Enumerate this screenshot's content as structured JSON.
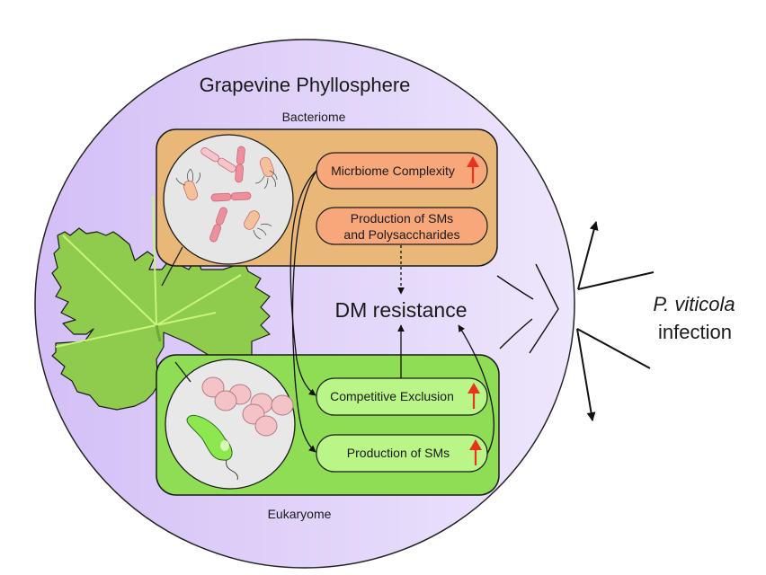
{
  "diagram": {
    "title": "Grapevine Phyllosphere",
    "bacteriome": {
      "label": "Bacteriome",
      "items": [
        {
          "lines": [
            "Micrbiome Complexity"
          ],
          "increase": true
        },
        {
          "lines": [
            "Production of  SMs",
            "and Polysaccharides"
          ],
          "increase": false
        }
      ]
    },
    "center_label": "DM resistance",
    "eukaryome": {
      "label": "Eukaryome",
      "items": [
        {
          "lines": [
            "Competitive Exclusion"
          ],
          "increase": true
        },
        {
          "lines": [
            "Production of SMs"
          ],
          "increase": true
        }
      ]
    },
    "pathogen": {
      "name": "P. viticola",
      "label": "infection"
    },
    "icons": {
      "leaf": "grape-leaf-icon",
      "bacteria": "rod-bacteria-icon",
      "eukaryotes": "yeast-cells-icon",
      "increase": "red-up-arrow-icon"
    },
    "colors": {
      "phyllosphere_fill": "#dccaf7",
      "bacteriome_box": "#e9b878",
      "bacteriome_pill": "#f8a77a",
      "eukaryome_box": "#8fdc55",
      "eukaryome_pill": "#b9f587",
      "increase_arrow": "#e8331e",
      "leaf": "#8fcb4c"
    }
  }
}
